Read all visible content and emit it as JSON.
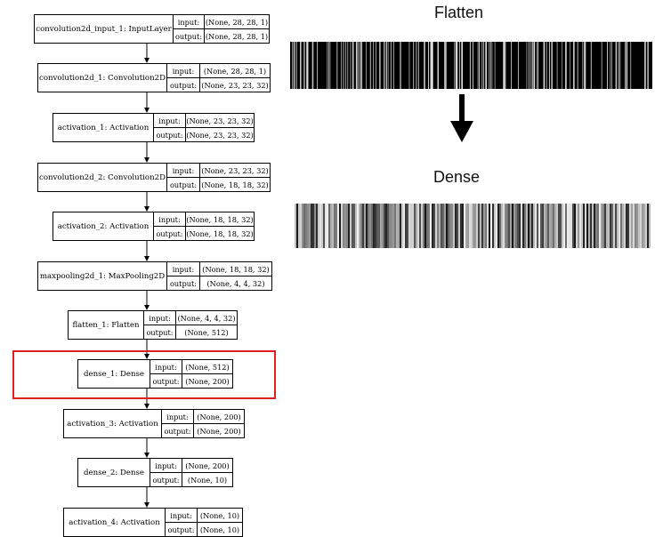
{
  "diagram": {
    "input_label": "input:",
    "output_label": "output:",
    "layers": [
      {
        "name": "convolution2d_input_1: InputLayer",
        "input": "(None, 28, 28, 1)",
        "output": "(None, 28, 28, 1)"
      },
      {
        "name": "convolution2d_1: Convolution2D",
        "input": "(None, 28, 28, 1)",
        "output": "(None, 23, 23, 32)"
      },
      {
        "name": "activation_1: Activation",
        "input": "(None, 23, 23, 32)",
        "output": "(None, 23, 23, 32)"
      },
      {
        "name": "convolution2d_2: Convolution2D",
        "input": "(None, 23, 23, 32)",
        "output": "(None, 18, 18, 32)"
      },
      {
        "name": "activation_2: Activation",
        "input": "(None, 18, 18, 32)",
        "output": "(None, 18, 18, 32)"
      },
      {
        "name": "maxpooling2d_1: MaxPooling2D",
        "input": "(None, 18, 18, 32)",
        "output": "(None, 4, 4, 32)"
      },
      {
        "name": "flatten_1: Flatten",
        "input": "(None, 4, 4, 32)",
        "output": "(None, 512)"
      },
      {
        "name": "dense_1: Dense",
        "input": "(None, 512)",
        "output": "(None, 200)"
      },
      {
        "name": "activation_3: Activation",
        "input": "(None, 200)",
        "output": "(None, 200)"
      },
      {
        "name": "dense_2: Dense",
        "input": "(None, 200)",
        "output": "(None, 10)"
      },
      {
        "name": "activation_4: Activation",
        "input": "(None, 10)",
        "output": "(None, 10)"
      }
    ],
    "highlighted_layer": "dense_1: Dense",
    "highlight_color": "#e02020"
  },
  "visualization": {
    "flatten_title": "Flatten",
    "dense_title": "Dense",
    "arrow_icon": "down-arrow-icon"
  }
}
